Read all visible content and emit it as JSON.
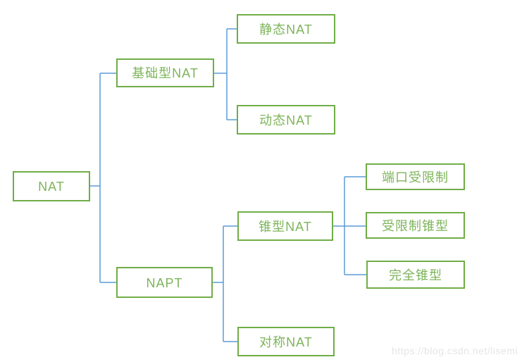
{
  "diagram": {
    "title": "NAT types tree diagram",
    "nodes": {
      "nat": {
        "label": "NAT"
      },
      "basic_nat": {
        "label": "基础型NAT"
      },
      "static_nat": {
        "label": "静态NAT"
      },
      "dynamic_nat": {
        "label": "动态NAT"
      },
      "napt": {
        "label": "NAPT"
      },
      "cone_nat": {
        "label": "锥型NAT"
      },
      "port_restricted": {
        "label": "端口受限制"
      },
      "restricted_cone": {
        "label": "受限制锥型"
      },
      "full_cone": {
        "label": "完全锥型"
      },
      "symmetric_nat": {
        "label": "对称NAT"
      }
    },
    "hierarchy": {
      "NAT": {
        "基础型NAT": [
          "静态NAT",
          "动态NAT"
        ],
        "NAPT": {
          "锥型NAT": [
            "端口受限制",
            "受限制锥型",
            "完全锥型"
          ],
          "对称NAT": []
        }
      }
    },
    "colors": {
      "box_border": "#70ad47",
      "box_text": "#7db45a",
      "connector": "#5b9bd5",
      "background": "#ffffff",
      "watermark_text_color": "#e5e5e5"
    }
  },
  "watermark": {
    "text": "https://blog.csdn.net/lisemi"
  }
}
